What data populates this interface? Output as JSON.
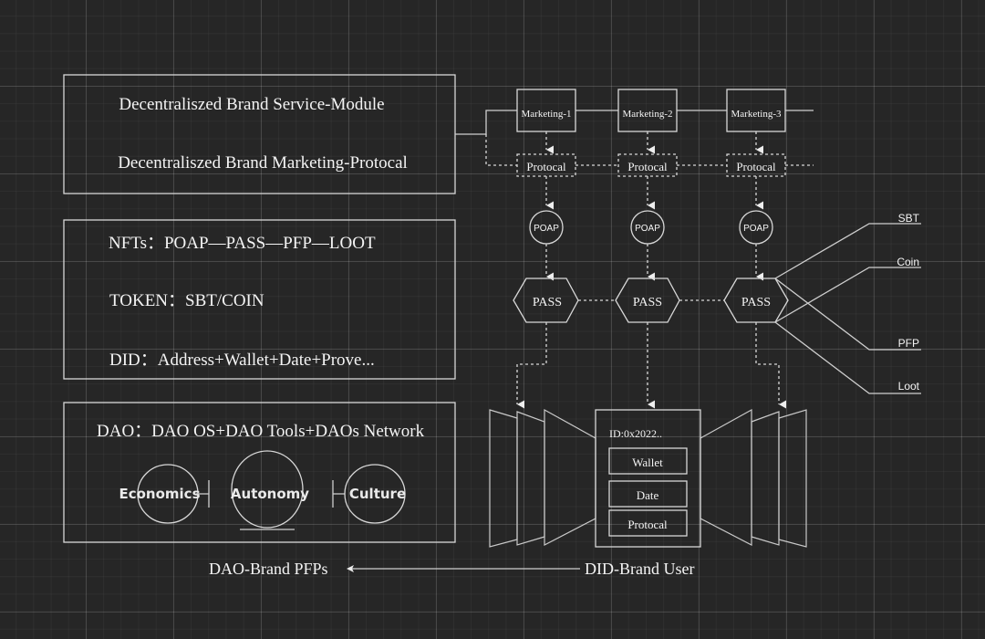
{
  "panels": {
    "service": {
      "line1": "Decentraliszed Brand Service-Module",
      "line2": "Decentraliszed Brand Marketing-Protocal"
    },
    "assets": {
      "nfts": "NFTs：POAP—PASS—PFP—LOOT",
      "token": "TOKEN：SBT/COIN",
      "did": "DID：Address+Wallet+Date+Prove..."
    },
    "dao": {
      "title": "DAO：DAO OS+DAO Tools+DAOs Network",
      "pillars": [
        "Economics",
        "Autonomy",
        "Culture"
      ]
    }
  },
  "flow": {
    "marketing": [
      "Marketing-1",
      "Marketing-2",
      "Marketing-3"
    ],
    "protocol_label": "Protocal",
    "poap_label": "POAP",
    "pass_label": "PASS",
    "outputs": [
      "SBT",
      "Coin",
      "PFP",
      "Loot"
    ]
  },
  "user_card": {
    "id": "ID:0x2022..",
    "fields": [
      "Wallet",
      "Date",
      "Protocal"
    ]
  },
  "footer": {
    "left": "DAO-Brand PFPs",
    "right": "DID-Brand User"
  }
}
